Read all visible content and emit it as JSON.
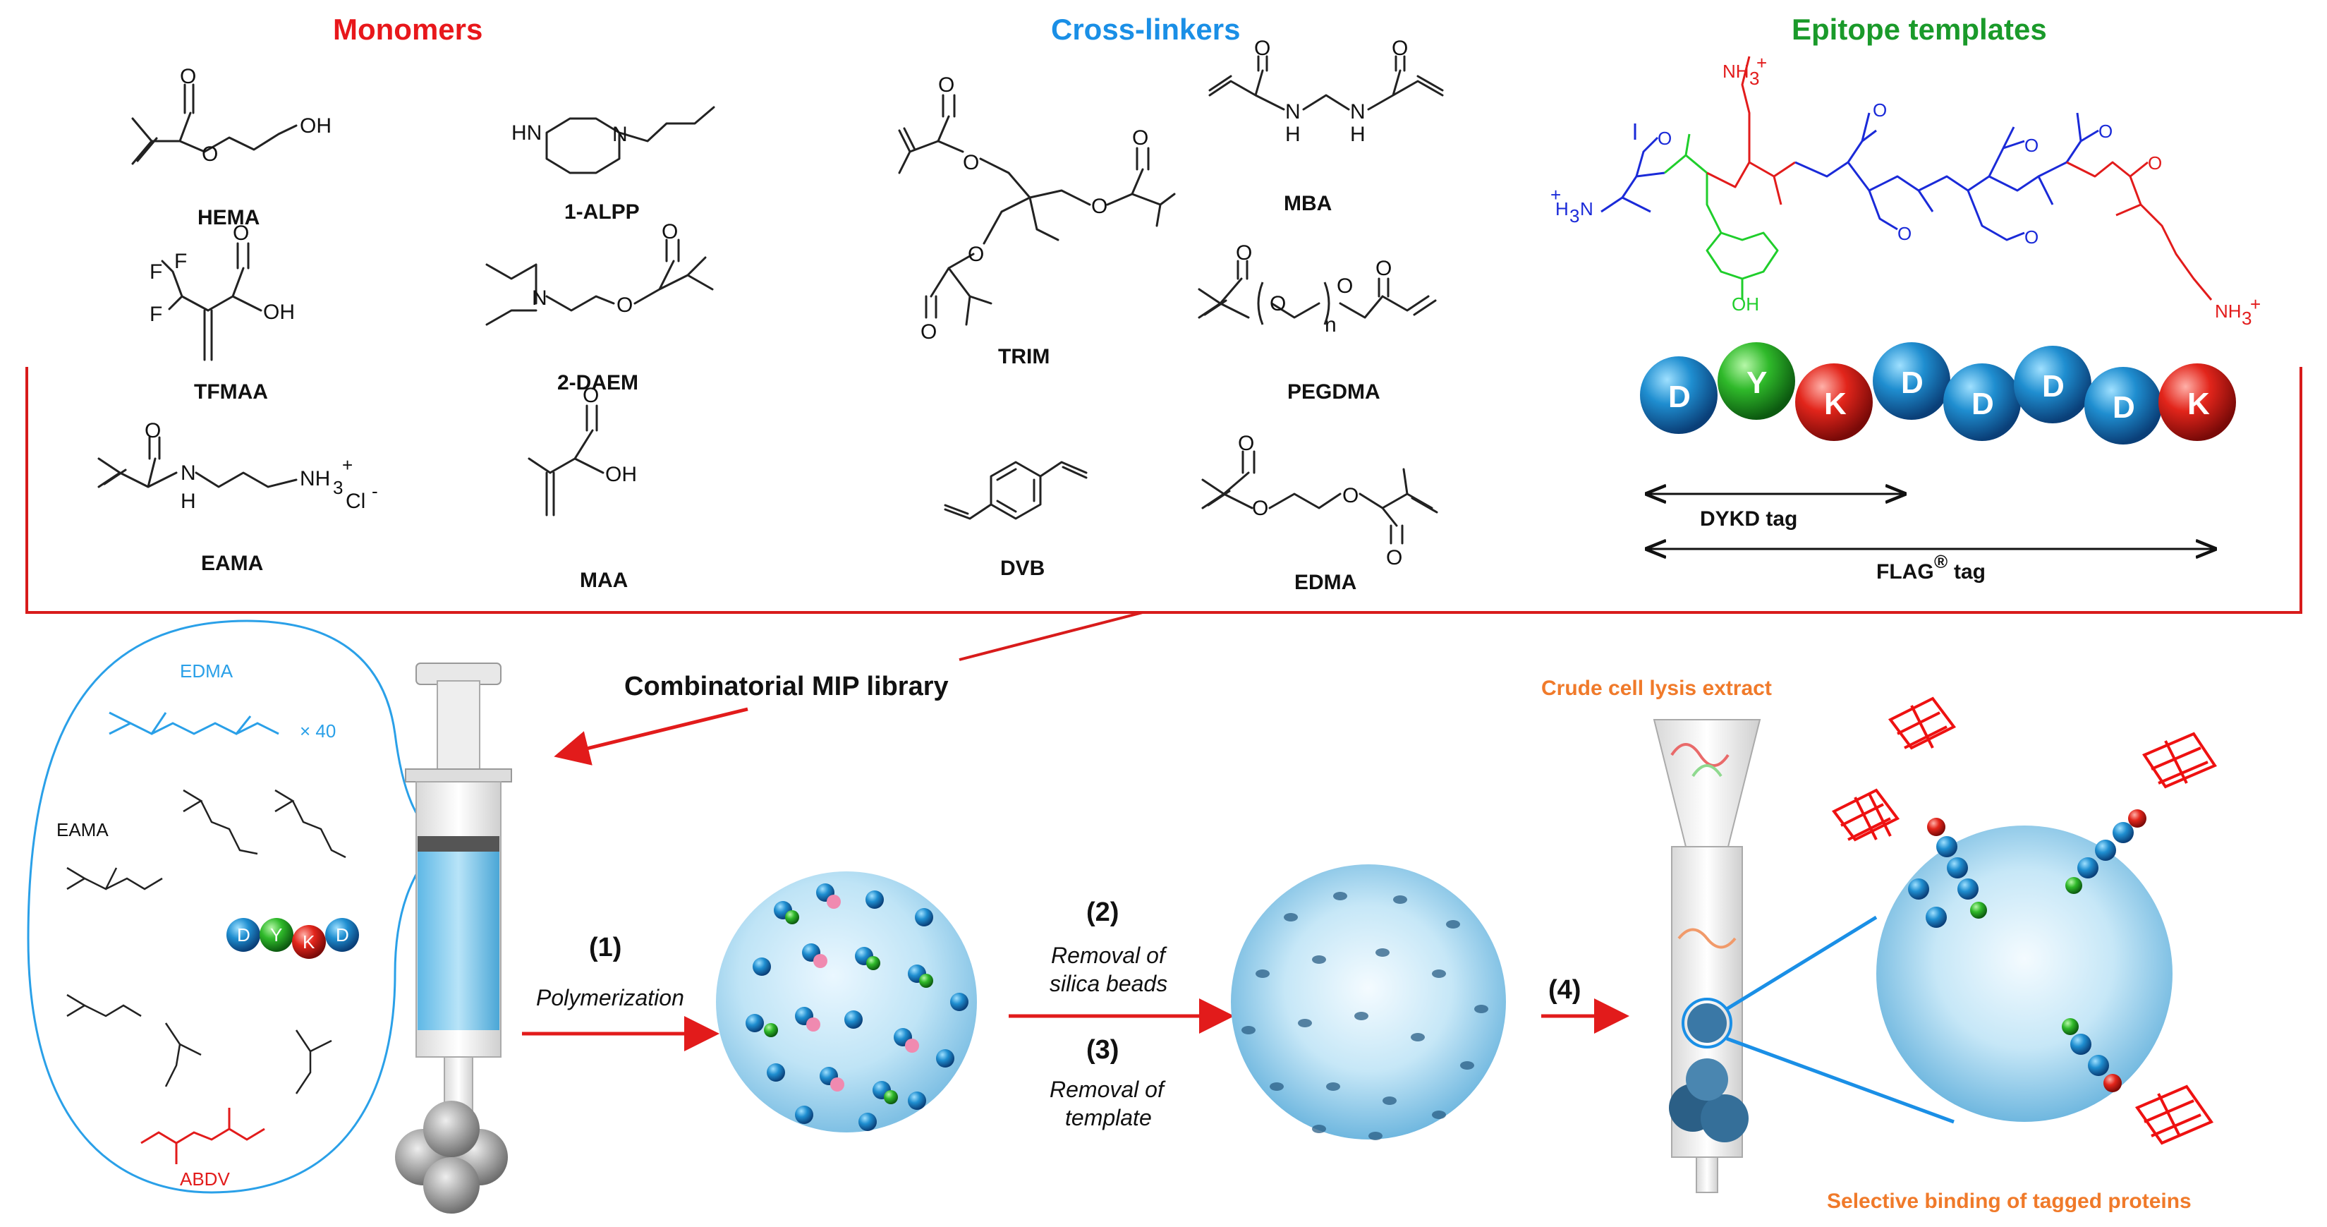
{
  "headers": {
    "monomers": "Monomers",
    "crosslinkers": "Cross-linkers",
    "epitopes": "Epitope templates"
  },
  "colors": {
    "monomers": "#e8171b",
    "crosslinkers": "#1a8fe6",
    "epitopes": "#1a9a2a",
    "frame": "#d81b1b",
    "orange_label": "#f07a2a",
    "blue_residue": "#1a2ad8",
    "red_residue": "#e21b1b",
    "green_residue": "#1fce2b"
  },
  "monomers": [
    "HEMA",
    "1-ALPP",
    "TFMAA",
    "2-DAEM",
    "EAMA",
    "MAA"
  ],
  "crosslinkers": [
    "TRIM",
    "MBA",
    "PEGDMA",
    "DVB",
    "EDMA"
  ],
  "atoms": {
    "oh": "OH",
    "o": "O",
    "hn": "HN",
    "n": "N",
    "h": "H",
    "f": "F",
    "nh3": "NH",
    "cl": "Cl",
    "h3n": "H",
    "sub3": "3",
    "sub_n": "n",
    "plus": "+",
    "minus": "-",
    "o_minus": "O"
  },
  "peptide_beads": [
    "D",
    "Y",
    "K",
    "D",
    "D",
    "D",
    "D",
    "K"
  ],
  "tags": {
    "dykd": "DYKD tag",
    "flag": "FLAG",
    "flag_reg": "®",
    "flag_suffix": "tag"
  },
  "library": {
    "title": "Combinatorial MIP library",
    "edma": "EDMA",
    "times40": "× 40",
    "eama": "EAMA",
    "abdv": "ABDV",
    "mini_beads": [
      "D",
      "Y",
      "K",
      "D"
    ]
  },
  "steps": {
    "s1_num": "(1)",
    "s1_text": "Polymerization",
    "s2_num": "(2)",
    "s2_text_a": "Removal of",
    "s2_text_b": "silica beads",
    "s3_num": "(3)",
    "s3_text_a": "Removal of",
    "s3_text_b": "template",
    "s4_num": "(4)"
  },
  "labels": {
    "crude": "Crude cell lysis extract",
    "selective": "Selective binding of tagged proteins"
  }
}
